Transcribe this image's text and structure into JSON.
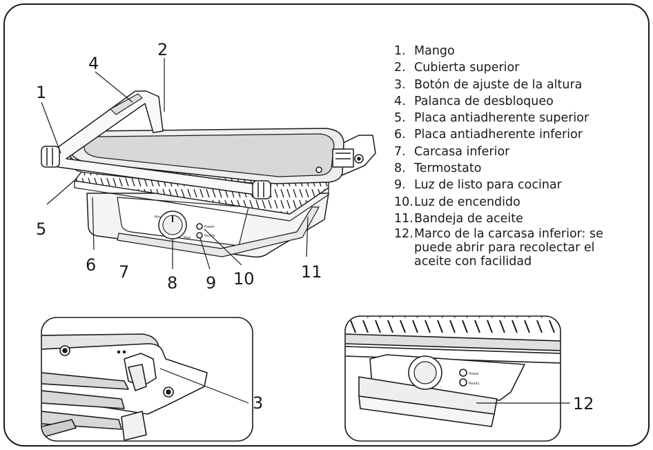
{
  "legend": {
    "items": [
      {
        "num": "1.",
        "text": "Mango"
      },
      {
        "num": "2.",
        "text": "Cubierta superior"
      },
      {
        "num": "3.",
        "text": "Botón de ajuste de la altura"
      },
      {
        "num": "4.",
        "text": "Palanca de desbloqueo"
      },
      {
        "num": "5.",
        "text": "Placa antiadherente superior"
      },
      {
        "num": "6.",
        "text": "Placa antiadherente inferior"
      },
      {
        "num": "7.",
        "text": "Carcasa inferior"
      },
      {
        "num": "8.",
        "text": "Termostato"
      },
      {
        "num": "9.",
        "text": "Luz de listo para cocinar"
      },
      {
        "num": "10.",
        "text": "Luz de encendido"
      },
      {
        "num": "11.",
        "text": "Bandeja de aceite"
      },
      {
        "num": "12.",
        "text": "Marco de la carcasa inferior: se puede abrir para recolectar el aceite con facilidad"
      }
    ]
  },
  "callouts": {
    "c1": "1",
    "c2": "2",
    "c3": "3",
    "c4": "4",
    "c5": "5",
    "c6": "6",
    "c7": "7",
    "c8": "8",
    "c9": "9",
    "c10": "10",
    "c11": "11",
    "c12": "12"
  },
  "panel_labels": {
    "power": "Power",
    "ready": "Ready",
    "min": "Min",
    "max": "Max"
  },
  "colors": {
    "line": "#1a1a1a",
    "plate": "#cfcfcf",
    "body": "#f2f2f2",
    "background": "#ffffff"
  }
}
